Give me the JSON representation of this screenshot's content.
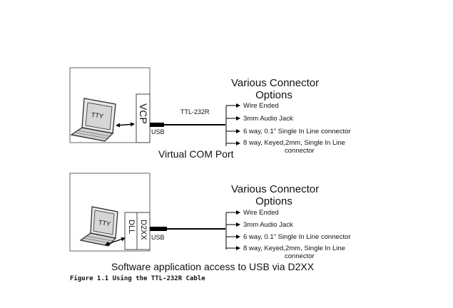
{
  "diagram1": {
    "laptop_label": "TTY",
    "vcp_label": "VCP",
    "usb_label": "USB",
    "cable_label": "TTL-232R",
    "heading_line1": "Various Connector",
    "heading_line2": "Options",
    "options": [
      "Wire Ended",
      "3mm Audio Jack",
      "6 way, 0.1\" Single In Line connector",
      "8 way, Keyed,2mm, Single In Line"
    ],
    "option4_continued": "connector",
    "caption": "Virtual COM Port"
  },
  "diagram2": {
    "laptop_label": "TTY",
    "dll_label": "DLL",
    "d2xx_label": "D2XX",
    "usb_label": "USB",
    "heading_line1": "Various Connector",
    "heading_line2": "Options",
    "options": [
      "Wire Ended",
      "3mm Audio Jack",
      "6 way, 0.1\" Single In Line connector",
      "8 way, Keyed,2mm, Single In Line"
    ],
    "option4_continued": "connector",
    "caption": "Software application access to USB via D2XX"
  },
  "figure_caption": "Figure 1.1 Using the TTL-232R Cable"
}
